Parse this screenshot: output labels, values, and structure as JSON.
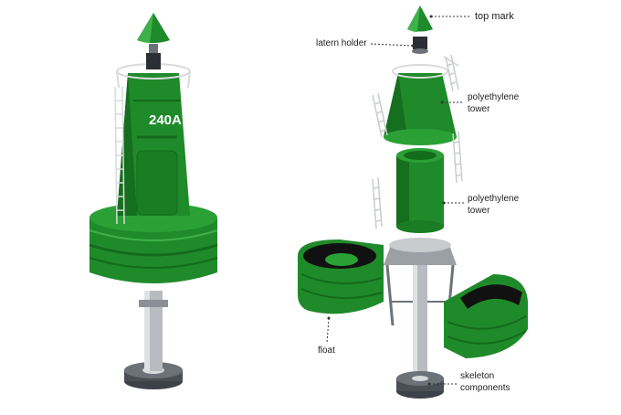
{
  "colors": {
    "body_green": "#1f8a2a",
    "dark_green": "#136b1c",
    "light_green": "#3fb14a",
    "metal": "#b8bcc0",
    "dark_metal": "#4a4f55",
    "ladder": "#d8dadc",
    "leader": "#333333",
    "text": "#222222"
  },
  "assembled": {
    "tower_number": "240A"
  },
  "labels": {
    "top_mark": "top mark",
    "latern_holder": "latern holder",
    "tower_upper_line1": "polyethylene",
    "tower_upper_line2": "tower",
    "tower_lower_line1": "polyethylene",
    "tower_lower_line2": "tower",
    "float": "float",
    "skeleton_line1": "skeleton",
    "skeleton_line2": "components"
  },
  "icons": {
    "assembled": "assembled-buoy-illustration",
    "exploded": "exploded-buoy-illustration"
  }
}
